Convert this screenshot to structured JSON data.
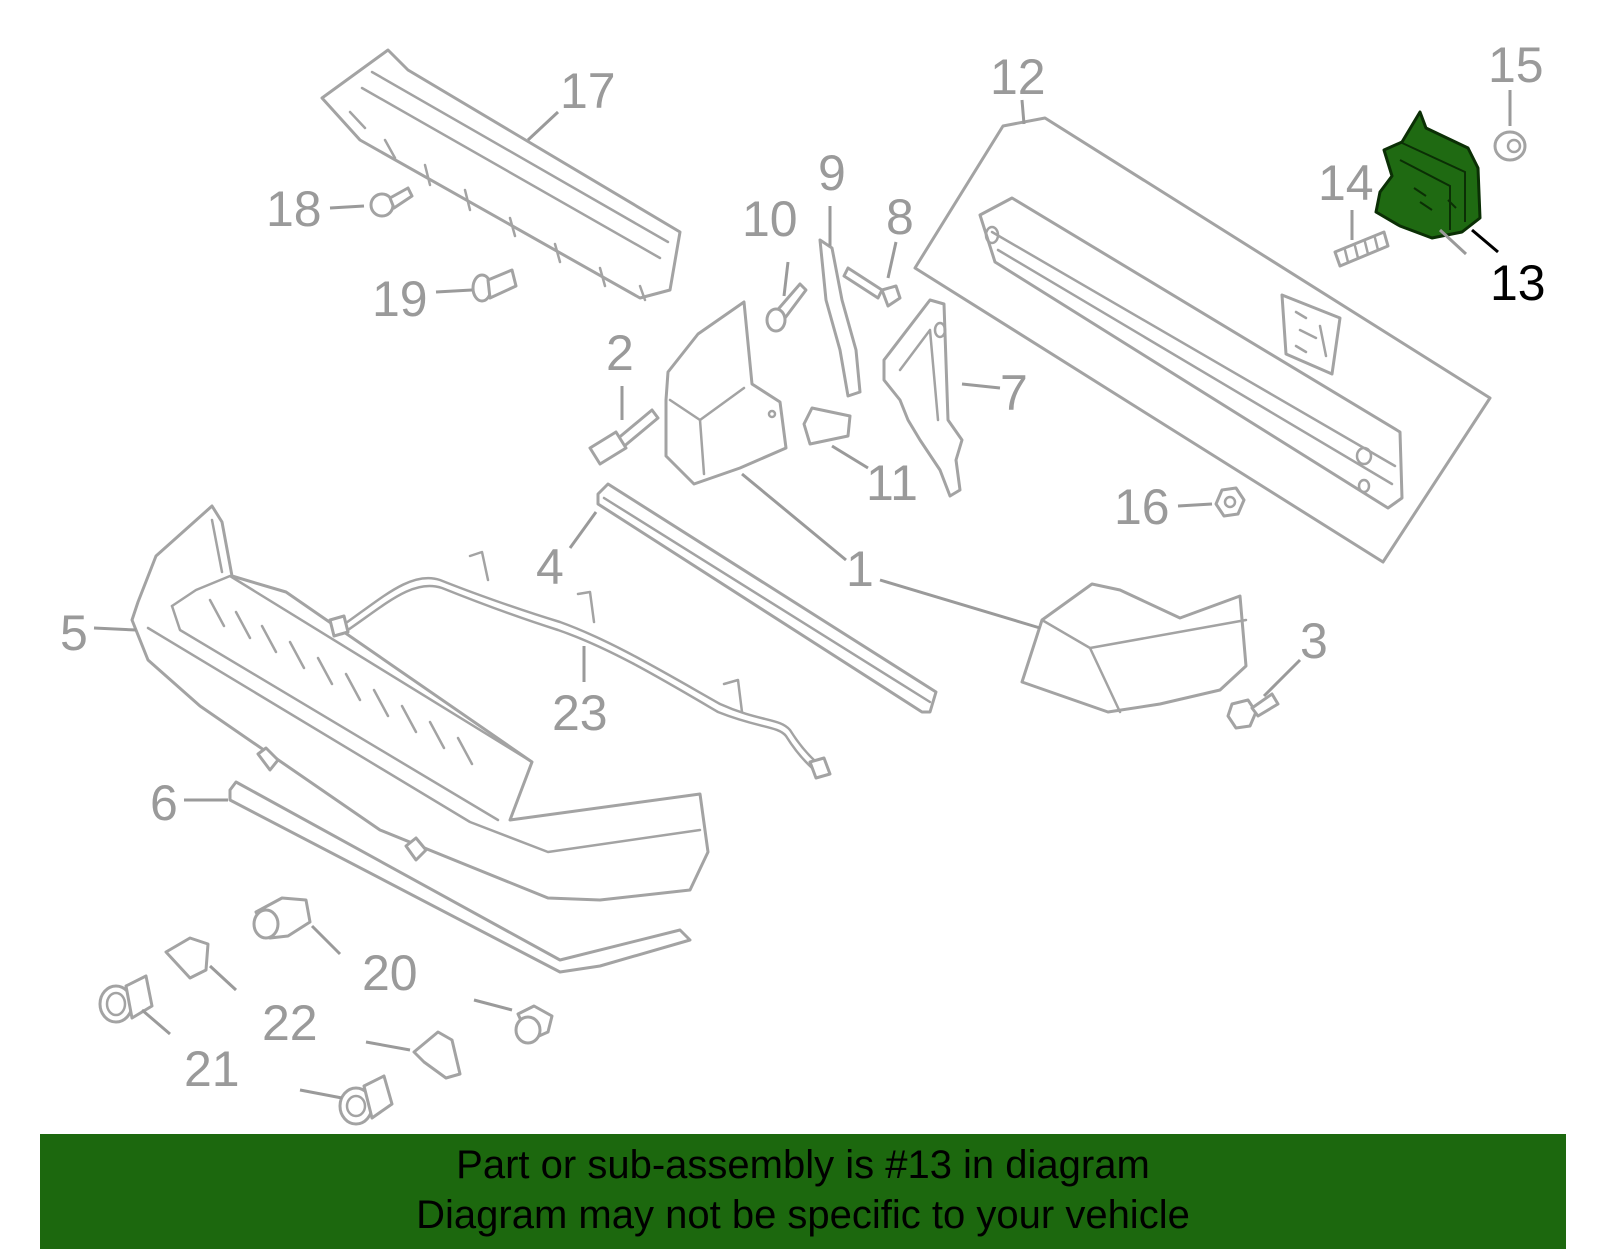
{
  "diagram": {
    "callouts": [
      {
        "id": "1",
        "label": "1"
      },
      {
        "id": "2",
        "label": "2"
      },
      {
        "id": "3",
        "label": "3"
      },
      {
        "id": "4",
        "label": "4"
      },
      {
        "id": "5",
        "label": "5"
      },
      {
        "id": "6",
        "label": "6"
      },
      {
        "id": "7",
        "label": "7"
      },
      {
        "id": "8",
        "label": "8"
      },
      {
        "id": "9",
        "label": "9"
      },
      {
        "id": "10",
        "label": "10"
      },
      {
        "id": "11",
        "label": "11"
      },
      {
        "id": "12",
        "label": "12"
      },
      {
        "id": "13",
        "label": "13"
      },
      {
        "id": "14",
        "label": "14"
      },
      {
        "id": "15",
        "label": "15"
      },
      {
        "id": "16",
        "label": "16"
      },
      {
        "id": "17",
        "label": "17"
      },
      {
        "id": "18",
        "label": "18"
      },
      {
        "id": "19",
        "label": "19"
      },
      {
        "id": "20",
        "label": "20"
      },
      {
        "id": "21",
        "label": "21"
      },
      {
        "id": "22",
        "label": "22"
      },
      {
        "id": "23",
        "label": "23"
      }
    ],
    "highlighted_part": "13"
  },
  "colors": {
    "part_outline": "#a3a3a3",
    "callout_text": "#9a9a9a",
    "highlight_fill": "#1f6a12",
    "banner_background": "#1c680e"
  },
  "banner": {
    "line1": "Part or sub-assembly is #13 in diagram",
    "line2": "Diagram may not be specific to your vehicle"
  }
}
